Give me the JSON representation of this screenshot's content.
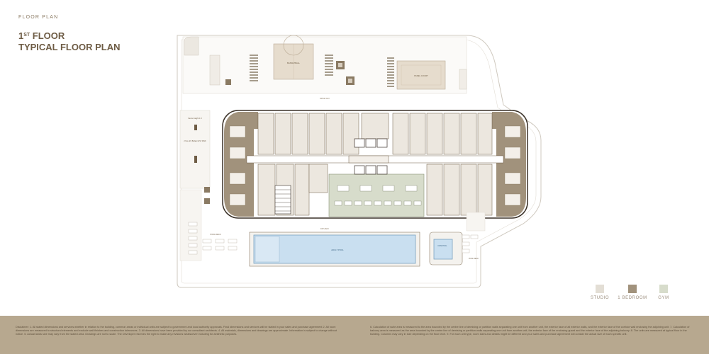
{
  "header": {
    "eyebrow": "FLOOR PLAN",
    "title_number": "1",
    "title_superscript": "ST",
    "title_rest": " FLOOR",
    "title_line2": "TYPICAL FLOOR PLAN"
  },
  "legend": {
    "items": [
      {
        "label": "STUDIO",
        "color": "#e3ded5"
      },
      {
        "label": "1 BEDROOM",
        "color": "#a1927c"
      },
      {
        "label": "GYM",
        "color": "#d7dccb"
      }
    ]
  },
  "colors": {
    "brand": "#6e5c45",
    "footer_band": "#b7a88f",
    "pool_water": "#c9dff0",
    "pale_wall": "#e9e5de"
  },
  "plan_labels": {
    "court_left": "BASKETBALL",
    "court_right": "PADEL COURT",
    "top_road": "DRIVE WAY",
    "parking_note": "Fence height 1.5",
    "parking_note2": "2 Nos. EV Bollard\nLPG TANK",
    "pool_deck_left": "POOL DECK",
    "pool_main": "ADULT POOL",
    "pool_kids": "KIDS POOL",
    "pool_deck_right": "POOL DECK",
    "bottom_walk": "PATHWAY"
  },
  "disclaimer": {
    "left": "Disclaimer: 1. All stated dimensions and services whether in relation to the building, common areas or individual units are subject to government and local authority approvals. Final dimensions and services will be stated in your sales and purchase agreement 2. All room dimensions are measured to structural elements and exclude wall finishes and construction tolerances. 3. All dimensions have been provided by our consultant architects. 4. All materials, dimensions and drawings are approximate. Information is subject to change without notice. 5. Actual lands size may vary from the stated area. Drawings are not to scale. The Developer reserves the right to make any revisions whatsoever including for aesthetic purposes.",
    "right": "6. Calculation of suite area is measured to the area bounded by the centre line of demising or partition walls separating one unit from another unit, the exterior face of all exterior walls, and the exterior face of the corridor wall enclosing the adjoining unit. 7. Calculation of balcony area is measured as the area bounded by the centre line of demising or partition walls separating one unit from another unit, the exterior face of the enclosing guard and the exterior face of the adjoining balcony. 8. The units are measured at typical floor in the building. Columns may vary in size depending on the floor level. 9. For each unit type, room sizes and details might be different and your sales and purchase agreement will contain the actual size of each specific unit."
  }
}
